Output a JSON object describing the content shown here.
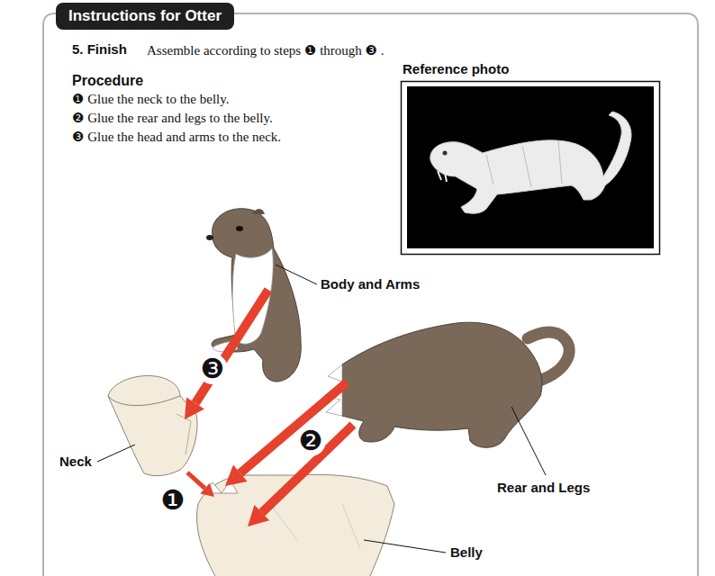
{
  "diagram": {
    "title": "Instructions for Otter",
    "nodes": [
      {
        "text": [
          "Reference photo"
        ]
      }
    ],
    "labels": [
      "5. Finish",
      "Assemble according to steps ❶ through ❸ .",
      "Procedure",
      "❶ Glue the neck to the belly.",
      "❷ Glue the rear and legs to the belly.",
      "❸ Glue the head and arms to the neck.",
      "Body and Arms",
      "❸",
      "❷",
      "Neck",
      "Rear and Legs",
      "❶",
      "Belly"
    ]
  }
}
